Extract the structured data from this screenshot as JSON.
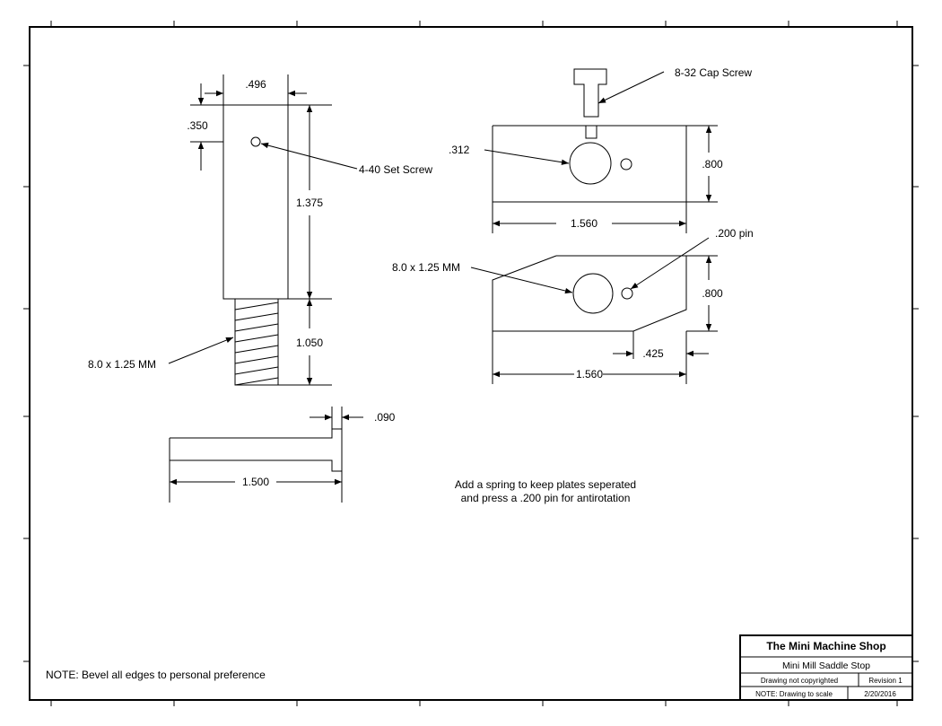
{
  "drawing": {
    "left_part": {
      "dim_width": ".496",
      "dim_hole_offset": ".350",
      "set_screw_label": "4-40 Set Screw",
      "dim_upper_length": "1.375",
      "dim_thread_length": "1.050",
      "thread_label": "8.0 x 1.25 MM"
    },
    "side_view": {
      "dim_flange": ".090",
      "dim_length": "1.500"
    },
    "upper_plate": {
      "cap_screw_label": "8-32 Cap Screw",
      "dim_hole": ".312",
      "dim_height": ".800",
      "dim_width": "1.560"
    },
    "lower_plate": {
      "pin_label": ".200 pin",
      "thread_label": "8.0 x 1.25 MM",
      "dim_height": ".800",
      "dim_offset": ".425",
      "dim_width": "1.560"
    },
    "notes": {
      "spring_line1": "Add a spring to keep plates seperated",
      "spring_line2": "and press a .200 pin for antirotation",
      "bevel_note": "NOTE: Bevel all edges to personal preference"
    }
  },
  "title_block": {
    "company": "The Mini Machine Shop",
    "part_name": "Mini Mill Saddle Stop",
    "copyright": "Drawing not copyrighted",
    "revision": "Revision 1",
    "scale_note": "NOTE: Drawing to scale",
    "date": "2/20/2016"
  }
}
